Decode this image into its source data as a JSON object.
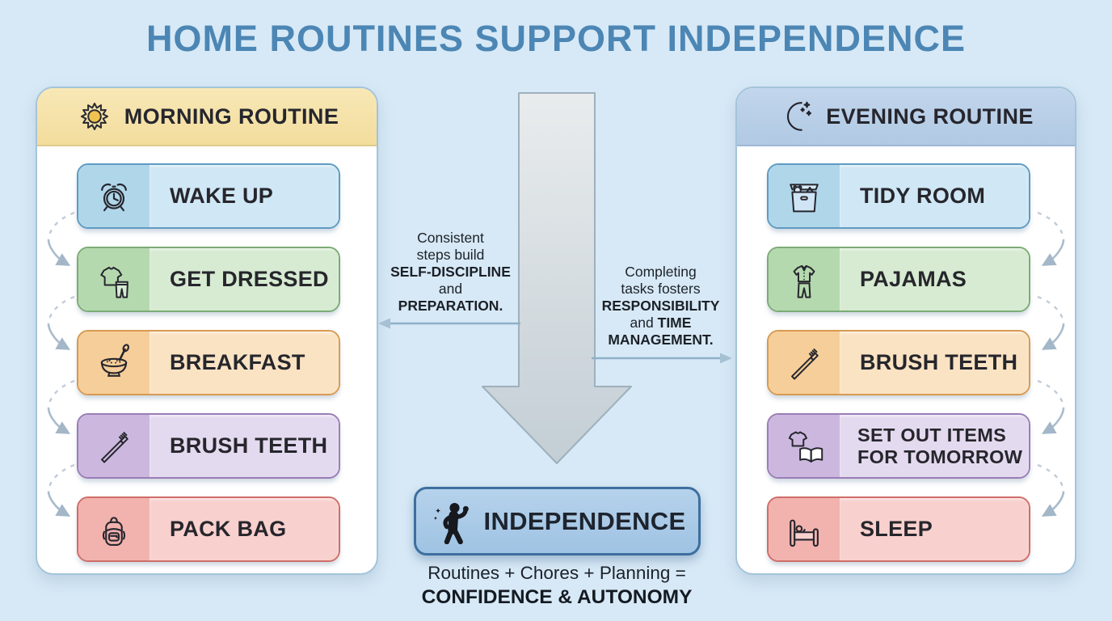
{
  "title": "HOME ROUTINES SUPPORT INDEPENDENCE",
  "morning": {
    "header": "MORNING ROUTINE",
    "header_icon": "sun-icon",
    "items": [
      {
        "label": "WAKE UP",
        "icon": "alarm-clock-icon",
        "color": "blue"
      },
      {
        "label": "GET DRESSED",
        "icon": "clothes-icon",
        "color": "green"
      },
      {
        "label": "BREAKFAST",
        "icon": "cereal-bowl-icon",
        "color": "orange"
      },
      {
        "label": "BRUSH TEETH",
        "icon": "toothbrush-icon",
        "color": "purple"
      },
      {
        "label": "PACK BAG",
        "icon": "backpack-icon",
        "color": "red"
      }
    ]
  },
  "evening": {
    "header": "EVENING ROUTINE",
    "header_icon": "moon-stars-icon",
    "items": [
      {
        "label": "TIDY ROOM",
        "icon": "toy-box-icon",
        "color": "blue"
      },
      {
        "label": "PAJAMAS",
        "icon": "pajamas-icon",
        "color": "green"
      },
      {
        "label": "BRUSH TEETH",
        "icon": "toothbrush-icon",
        "color": "orange"
      },
      {
        "label": "SET OUT ITEMS FOR TOMORROW",
        "icon": "clothes-book-icon",
        "color": "purple"
      },
      {
        "label": "SLEEP",
        "icon": "bed-icon",
        "color": "red"
      }
    ]
  },
  "notes": {
    "left": {
      "normal_1": "Consistent steps build",
      "bold_1": "SELF-DISCIPLINE",
      "normal_2": "and",
      "bold_2": "PREPARATION."
    },
    "right": {
      "normal_1": "Completing tasks fosters",
      "bold_1": "RESPONSIBILITY",
      "normal_2": "and",
      "bold_2": "TIME MANAGEMENT."
    }
  },
  "independence": {
    "label": "INDEPENDENCE",
    "icon": "flexing-person-icon",
    "formula_line1": "Routines + Chores + Planning =",
    "formula_line2": "CONFIDENCE & AUTONOMY"
  },
  "colors": {
    "page_background": "#d7e9f6",
    "title_text": "#4c86b4",
    "panel_border": "#a4c4d9",
    "morning_header_bg": "#f6e3a8",
    "evening_header_bg": "#b9cfe8",
    "independence_bg": "#abcbe7",
    "independence_border": "#3d6f9e",
    "big_arrow_top": "#e9eced",
    "big_arrow_bottom": "#c3ced5",
    "step_blue": "#d0e7f5",
    "step_green": "#d6ebd1",
    "step_orange": "#fae3c3",
    "step_purple": "#e4daf0",
    "step_red": "#f8d0cd"
  }
}
